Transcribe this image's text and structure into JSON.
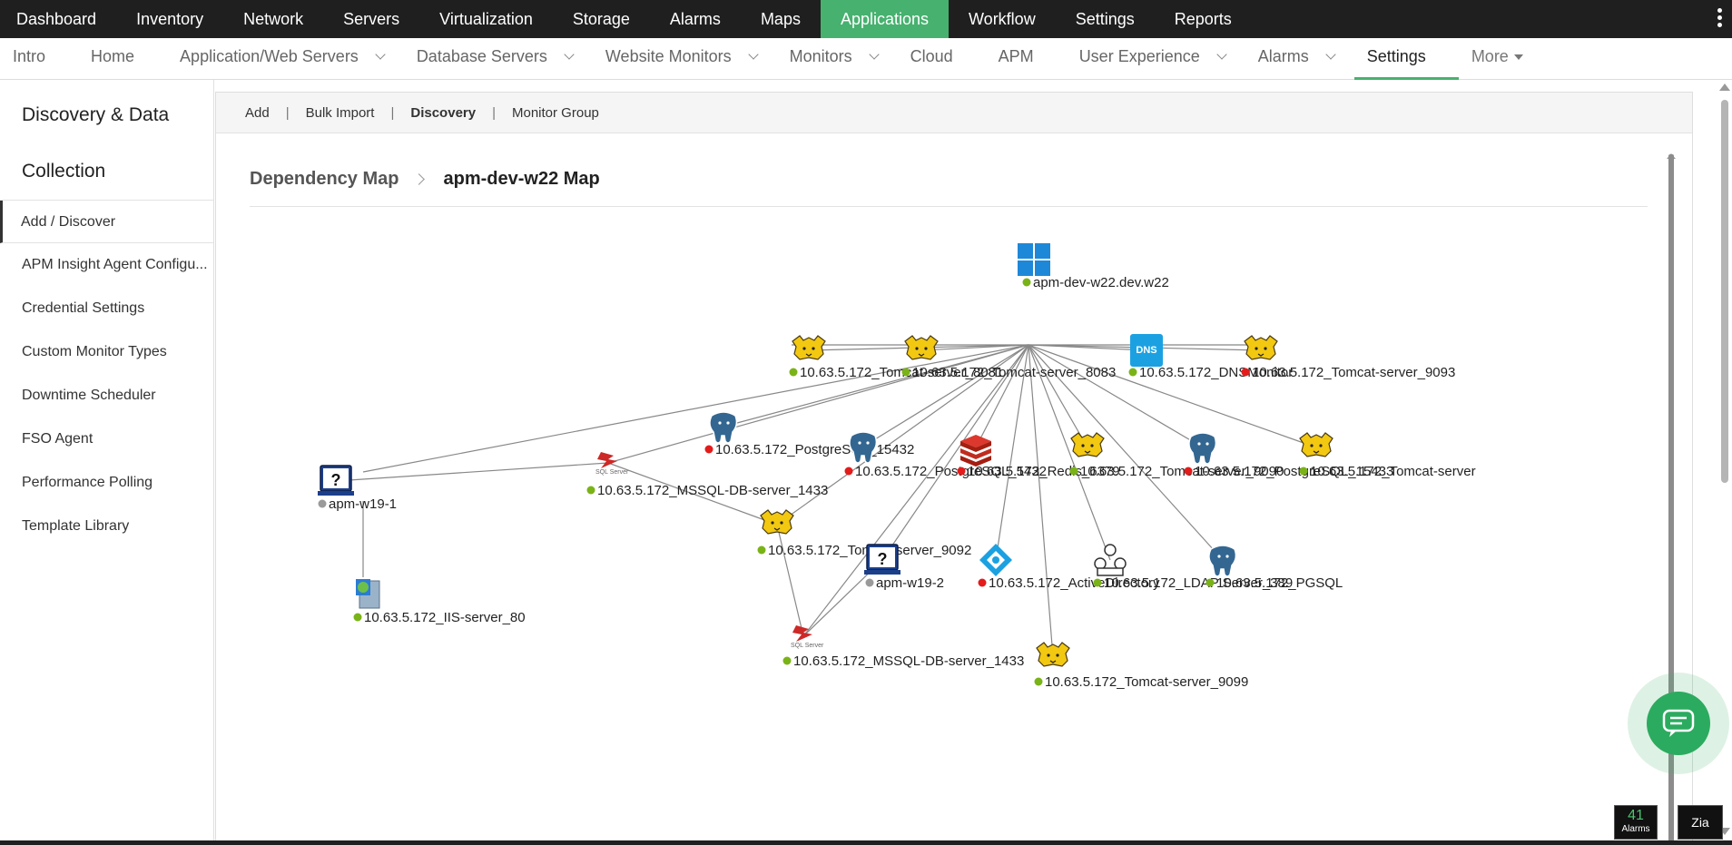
{
  "topnav": {
    "items": [
      "Dashboard",
      "Inventory",
      "Network",
      "Servers",
      "Virtualization",
      "Storage",
      "Alarms",
      "Maps",
      "Applications",
      "Workflow",
      "Settings",
      "Reports"
    ],
    "active": "Applications"
  },
  "subnav": {
    "items": [
      {
        "label": "Intro",
        "chevron": false
      },
      {
        "label": "Home",
        "chevron": false
      },
      {
        "label": "Application/Web Servers",
        "chevron": true
      },
      {
        "label": "Database Servers",
        "chevron": true
      },
      {
        "label": "Website Monitors",
        "chevron": true
      },
      {
        "label": "Monitors",
        "chevron": true
      },
      {
        "label": "Cloud",
        "chevron": false
      },
      {
        "label": "APM",
        "chevron": false
      },
      {
        "label": "User Experience",
        "chevron": true
      },
      {
        "label": "Alarms",
        "chevron": true
      },
      {
        "label": "Settings",
        "chevron": false
      }
    ],
    "active": "Settings",
    "more_label": "More"
  },
  "sidebar": {
    "heading_line1": "Discovery & Data",
    "heading_line2": "Collection",
    "items": [
      {
        "label": "Add / Discover",
        "active": true
      },
      {
        "label": "APM Insight Agent Configu...",
        "active": false
      },
      {
        "label": "Credential Settings",
        "active": false
      },
      {
        "label": "Custom Monitor Types",
        "active": false
      },
      {
        "label": "Downtime Scheduler",
        "active": false
      },
      {
        "label": "FSO Agent",
        "active": false
      },
      {
        "label": "Performance Polling",
        "active": false
      },
      {
        "label": "Template Library",
        "active": false
      }
    ]
  },
  "toolbar": {
    "add": "Add",
    "bulk_import": "Bulk Import",
    "discovery": "Discovery",
    "monitor_group": "Monitor Group",
    "separator": "|"
  },
  "breadcrumb": {
    "parent": "Dependency Map",
    "current": "apm-dev-w22 Map"
  },
  "status_colors": {
    "up": "#7ab317",
    "down": "#e31b1b",
    "unknown": "#9a9a9a"
  },
  "map": {
    "nodes": [
      {
        "id": "root",
        "icon": "windows-icon",
        "status": "up",
        "label": "apm-dev-w22.dev.w22"
      },
      {
        "id": "t1",
        "icon": "tomcat-icon",
        "status": "up",
        "label": "10.63.5.172_Tomcat-server_8081"
      },
      {
        "id": "t2",
        "icon": "tomcat-icon",
        "status": "up",
        "label": "10.63.5.172_Tomcat-server_8083"
      },
      {
        "id": "dns",
        "icon": "dns-icon",
        "status": "up",
        "label": "10.63.5.172_DNSMonitor"
      },
      {
        "id": "t3",
        "icon": "tomcat-icon",
        "status": "down",
        "label": "10.63.5.172_Tomcat-server_9093"
      },
      {
        "id": "pg1",
        "icon": "postgres-icon",
        "status": "down",
        "label": "10.63.5.172_PostgreSQL_15432"
      },
      {
        "id": "pg2",
        "icon": "postgres-icon",
        "status": "down",
        "label": "10.63.5.172_PostgreSQL_5432"
      },
      {
        "id": "redis",
        "icon": "redis-icon",
        "status": "down",
        "label": "10.63.5.172_Redis_6379"
      },
      {
        "id": "t4",
        "icon": "tomcat-icon",
        "status": "up",
        "label": "10.63.5.172_Tomcat-server_9090"
      },
      {
        "id": "pg3",
        "icon": "postgres-icon",
        "status": "down",
        "label": "10.63.5.172_PostgreSQL_15433"
      },
      {
        "id": "t5",
        "icon": "tomcat-icon",
        "status": "up",
        "label": "10.63.5.172_Tomcat-server"
      },
      {
        "id": "mssql1",
        "icon": "sqlserver-icon",
        "status": "up",
        "label": "10.63.5.172_MSSQL-DB-server_1433"
      },
      {
        "id": "w191",
        "icon": "unknown-host-icon",
        "status": "unknown",
        "label": "apm-w19-1"
      },
      {
        "id": "t6",
        "icon": "tomcat-icon",
        "status": "up",
        "label": "10.63.5.172_Tomcat-server_9092"
      },
      {
        "id": "w192",
        "icon": "unknown-host-icon",
        "status": "unknown",
        "label": "apm-w19-2"
      },
      {
        "id": "ad",
        "icon": "active-directory-icon",
        "status": "down",
        "label": "10.63.5.172_ActiveDirectory"
      },
      {
        "id": "ldap",
        "icon": "ldap-icon",
        "status": "up",
        "label": "10.63.5.172_LDAP Server_389"
      },
      {
        "id": "pg4",
        "icon": "postgres-icon",
        "status": "up",
        "label": "10.63.5.172_PGSQL"
      },
      {
        "id": "iis",
        "icon": "iis-icon",
        "status": "up",
        "label": "10.63.5.172_IIS-server_80"
      },
      {
        "id": "mssql2",
        "icon": "sqlserver-icon",
        "status": "up",
        "label": "10.63.5.172_MSSQL-DB-server_1433"
      },
      {
        "id": "t7",
        "icon": "tomcat-icon",
        "status": "up",
        "label": "10.63.5.172_Tomcat-server_9099"
      }
    ],
    "links": [
      [
        "hub",
        "t1"
      ],
      [
        "hub",
        "t2"
      ],
      [
        "hub",
        "dns"
      ],
      [
        "hub",
        "t3"
      ],
      [
        "hub",
        "pg1"
      ],
      [
        "hub",
        "pg2"
      ],
      [
        "hub",
        "redis"
      ],
      [
        "hub",
        "t4"
      ],
      [
        "hub",
        "pg3"
      ],
      [
        "hub",
        "t5"
      ],
      [
        "hub",
        "mssql1"
      ],
      [
        "hub",
        "w191"
      ],
      [
        "hub",
        "t6"
      ],
      [
        "hub",
        "w192"
      ],
      [
        "hub",
        "ad"
      ],
      [
        "hub",
        "ldap"
      ],
      [
        "hub",
        "pg4"
      ],
      [
        "hub",
        "t7"
      ],
      [
        "hub",
        "mssql2"
      ],
      [
        "w191",
        "iis"
      ],
      [
        "w191",
        "mssql1"
      ],
      [
        "mssql1",
        "t6"
      ],
      [
        "t6",
        "mssql2"
      ],
      [
        "w192",
        "mssql2"
      ]
    ]
  },
  "alarms_badge": {
    "count": "41",
    "label": "Alarms"
  },
  "zia_label": "Zia"
}
